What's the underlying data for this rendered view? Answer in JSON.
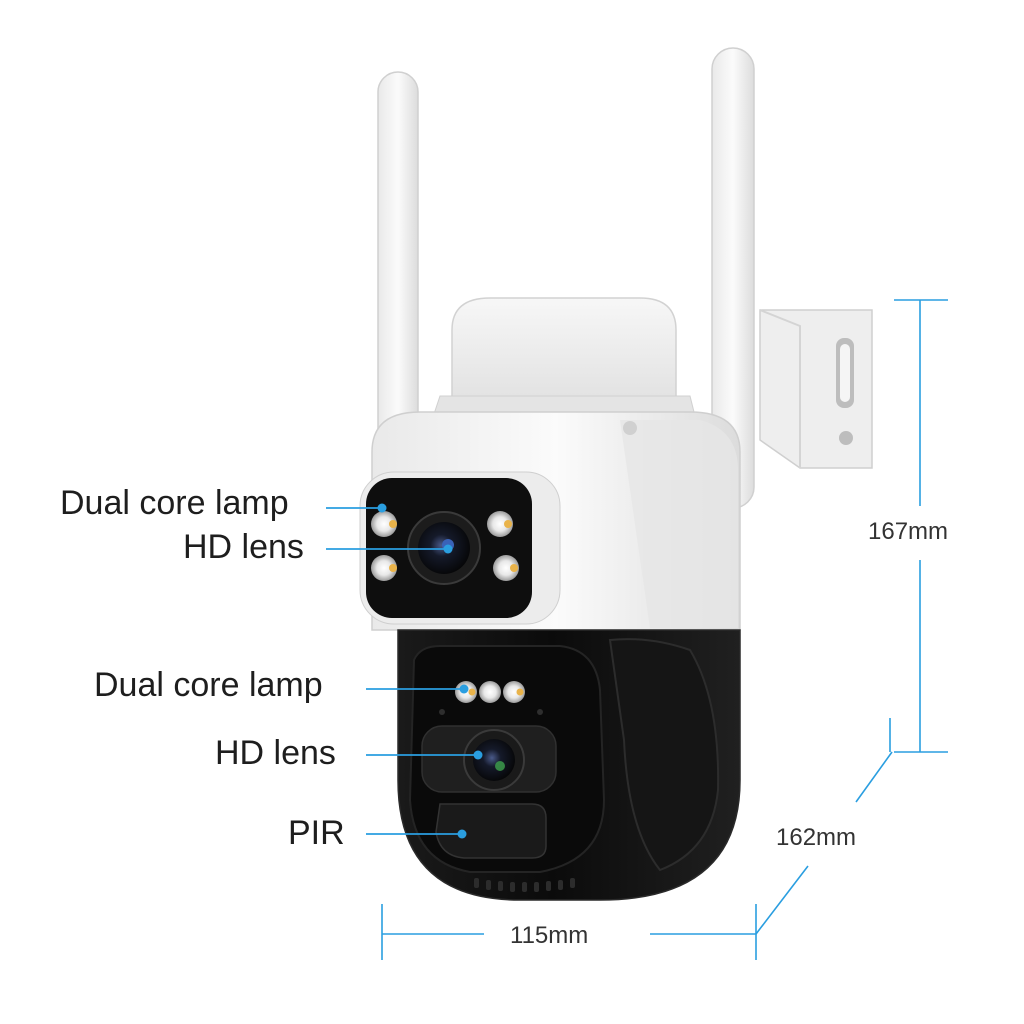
{
  "callouts": {
    "upper_lamp": "Dual core lamp",
    "upper_lens": "HD lens",
    "lower_lamp": "Dual core lamp",
    "lower_lens": "HD lens",
    "pir": "PIR"
  },
  "dimensions": {
    "height": "167mm",
    "depth": "162mm",
    "width": "115mm"
  },
  "colors": {
    "accent": "#2a9ee0",
    "housing_white": "#f2f2f2",
    "housing_black": "#0d0d0d",
    "text": "#1e1e1e"
  }
}
